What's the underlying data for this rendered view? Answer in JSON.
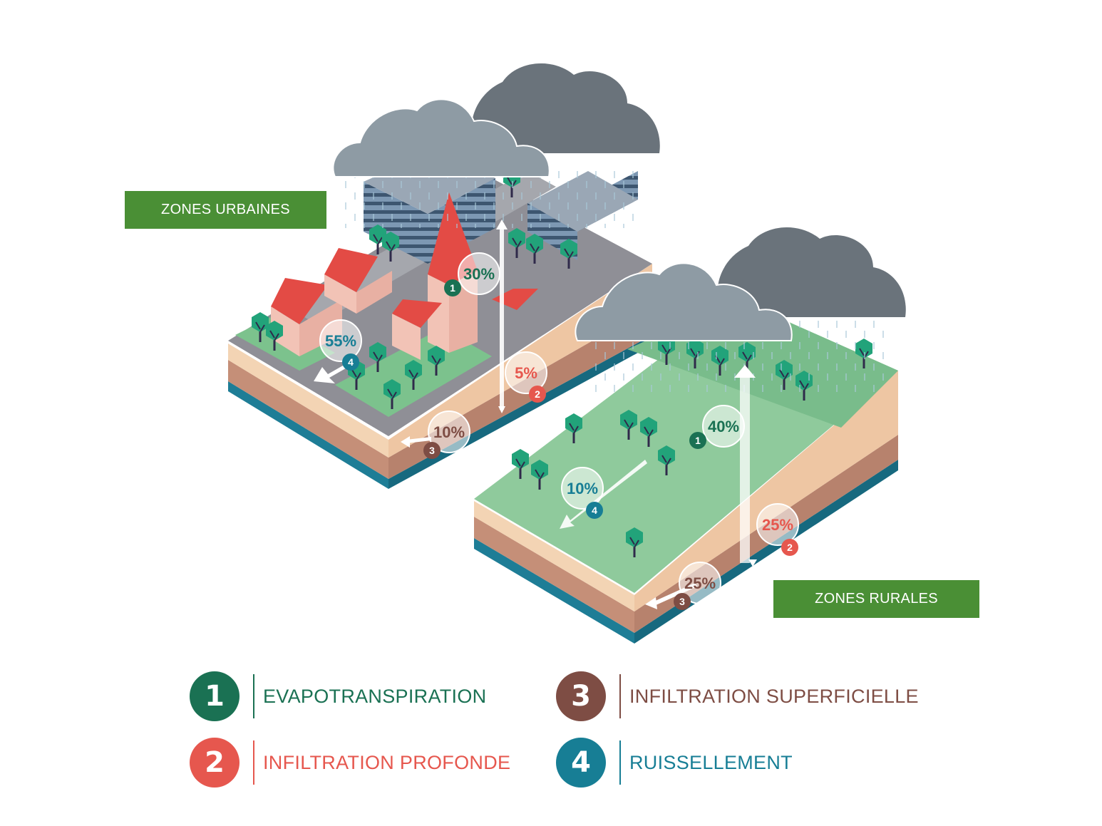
{
  "zones": {
    "urban_label": "ZONES URBAINES",
    "rural_label": "ZONES RURALES"
  },
  "urban_values": {
    "evapotranspiration": "30%",
    "infiltration_profonde": "5%",
    "infiltration_superficielle": "10%",
    "ruissellement": "55%"
  },
  "rural_values": {
    "evapotranspiration": "40%",
    "infiltration_profonde": "25%",
    "infiltration_superficielle": "25%",
    "ruissellement": "10%"
  },
  "legend": {
    "items": [
      {
        "num": "1",
        "label": "EVAPOTRANSPIRATION",
        "color": "#1a7153"
      },
      {
        "num": "2",
        "label": "INFILTRATION PROFONDE",
        "color": "#e6574e"
      },
      {
        "num": "3",
        "label": "INFILTRATION SUPERFICIELLE",
        "color": "#7e4d44"
      },
      {
        "num": "4",
        "label": "RUISSELLEMENT",
        "color": "#177e95"
      }
    ]
  },
  "colors": {
    "evapotranspiration": "#1a7153",
    "infiltration_profonde": "#e6574e",
    "infiltration_superficielle": "#7e4d44",
    "ruissellement": "#177e95",
    "label_green": "#4a8f35",
    "cloud_light": "#8e9ba4",
    "cloud_dark": "#6a737b"
  }
}
